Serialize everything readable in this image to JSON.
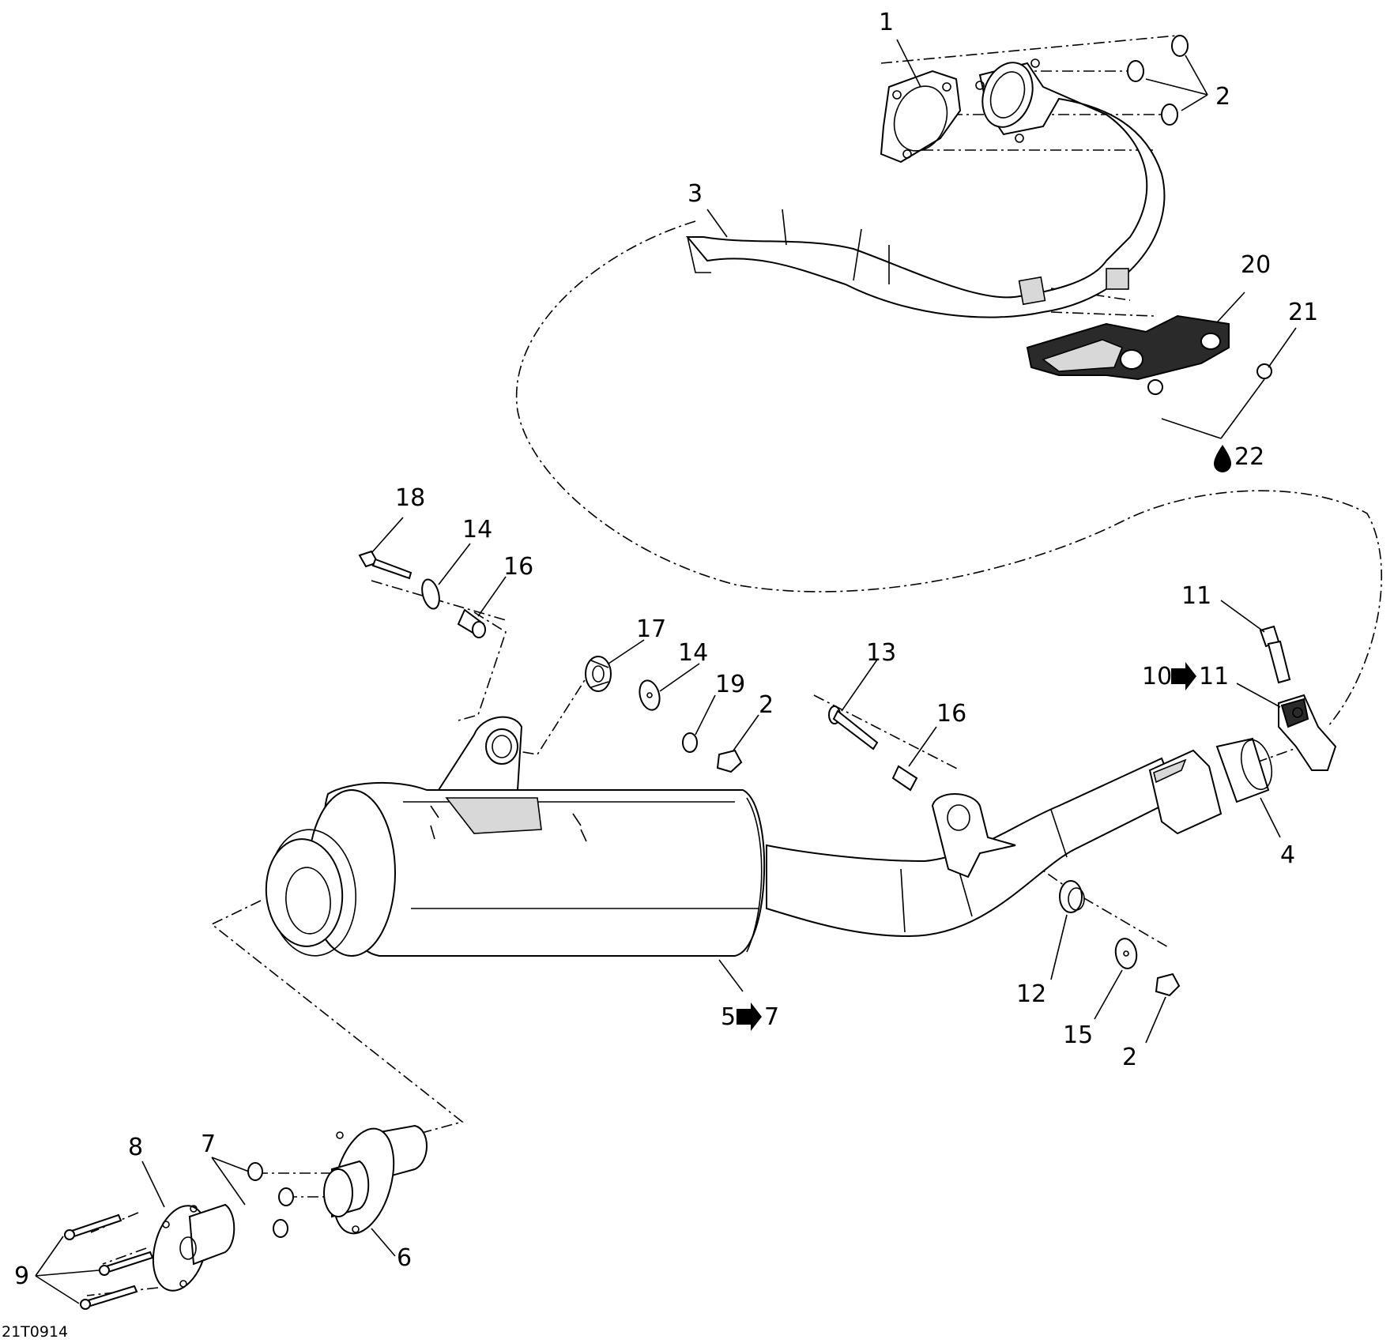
{
  "diagram_ref": "21T0914",
  "callouts": {
    "c1": "1",
    "c2_top": "2",
    "c3": "3",
    "c20": "20",
    "c21": "21",
    "c22": "22",
    "c18": "18",
    "c14_a": "14",
    "c16_a": "16",
    "c17": "17",
    "c14_b": "14",
    "c19": "19",
    "c2_mid": "2",
    "c13": "13",
    "c16_b": "16",
    "c11": "11",
    "c10_11_from": "10",
    "c10_11_to": "11",
    "c4": "4",
    "c5_7_from": "5",
    "c5_7_to": "7",
    "c12": "12",
    "c15": "15",
    "c2_bottom": "2",
    "c8": "8",
    "c7": "7",
    "c6": "6",
    "c9": "9"
  },
  "icons": {
    "range_arrow": "arrow-right-icon",
    "liquid_sealant": "drop-icon"
  }
}
